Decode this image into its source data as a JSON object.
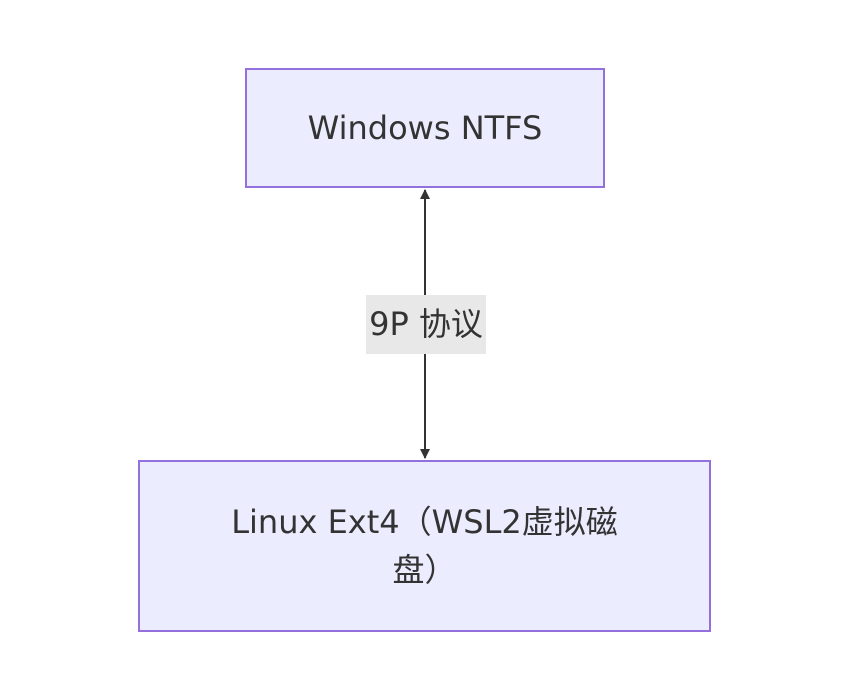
{
  "nodes": {
    "top": {
      "label": "Windows NTFS"
    },
    "bottom": {
      "label": "Linux Ext4（WSL2虚拟磁盘）"
    }
  },
  "edge": {
    "label": "9P 协议",
    "direction": "bidirectional"
  },
  "colors": {
    "node_fill": "#ECECFF",
    "node_border": "#9370DB",
    "edge_line": "#333333",
    "edge_label_bg": "#E8E8E8",
    "text": "#333333"
  }
}
